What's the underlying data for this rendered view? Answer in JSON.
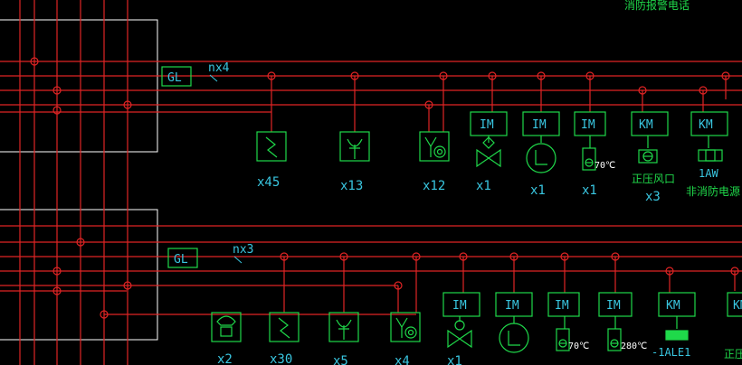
{
  "colors": {
    "background": "#000000",
    "bus": "#e02424",
    "device": "#1fd94a",
    "text": "#39c6e0",
    "frame": "#ffffff"
  },
  "sections": [
    {
      "gl_label": "GL",
      "count_label": "nx4",
      "devices": [
        {
          "icon": "switch-box-icon",
          "qty": "x45"
        },
        {
          "icon": "detector-box-icon",
          "qty": "x13"
        },
        {
          "icon": "module-detector-icon",
          "qty": "x12"
        },
        {
          "icon": "valve-icon",
          "module": "IM",
          "qty": "x1"
        },
        {
          "icon": "circle-device-icon",
          "module": "IM",
          "qty": "x1"
        },
        {
          "icon": "damper-70-icon",
          "module": "IM",
          "temp": "70℃",
          "qty": "x1"
        },
        {
          "icon": "pressure-outlet-icon",
          "module": "KM",
          "name": "正压风口",
          "qty": "x3"
        },
        {
          "icon": "power-cut-icon",
          "module": "KM",
          "name": "1AW",
          "name2": "非消防电源"
        }
      ],
      "top_text": "消防报警电话"
    },
    {
      "gl_label": "GL",
      "count_label": "nx3",
      "devices": [
        {
          "icon": "telephone-box-icon",
          "qty": "x2"
        },
        {
          "icon": "switch-box-icon",
          "qty": "x30"
        },
        {
          "icon": "detector-box-icon",
          "qty": "x5"
        },
        {
          "icon": "module-detector-icon",
          "qty": "x4"
        },
        {
          "icon": "valve-icon",
          "module": "IM",
          "qty": "x1"
        },
        {
          "icon": "circle-device-icon",
          "module": "IM",
          "qty": ""
        },
        {
          "icon": "damper-70-icon",
          "module": "IM",
          "temp": "70℃",
          "qty": ""
        },
        {
          "icon": "damper-280-icon",
          "module": "IM",
          "temp": "280℃",
          "qty": ""
        },
        {
          "icon": "emergency-light-icon",
          "module": "KM",
          "name": "-1ALE1"
        },
        {
          "icon": "pressure-outlet-icon",
          "module": "KM",
          "name": "正压"
        }
      ]
    }
  ]
}
